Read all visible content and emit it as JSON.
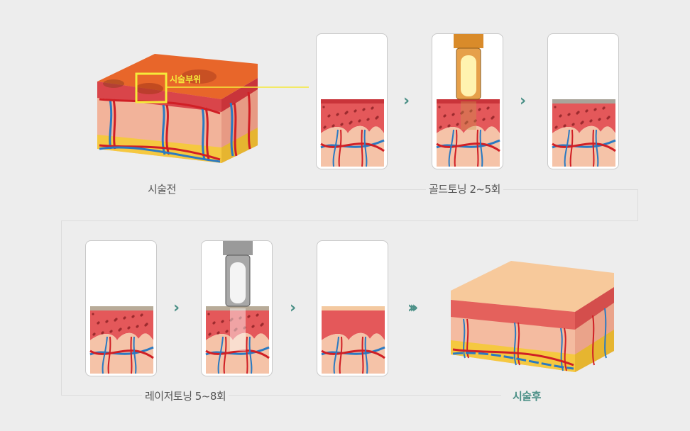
{
  "labels": {
    "before": "시술전",
    "gold_toning": "골드토닝 2~5회",
    "laser_toning": "레이저토닝 5~8회",
    "after": "시술후",
    "treatment_area": "시술부위"
  },
  "icons": {
    "step_arrow": "chevron-right-icon",
    "triple_arrow": "triple-chevron-right-icon"
  },
  "colors": {
    "accent": "#4a8f86",
    "highlight": "#f5ea3a",
    "background": "#ededed"
  }
}
